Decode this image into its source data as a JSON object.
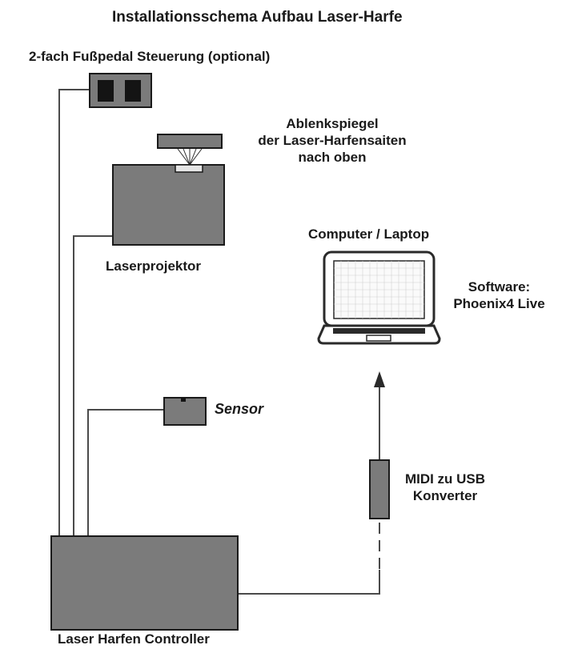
{
  "title": "Installationsschema Aufbau Laser-Harfe",
  "components": {
    "footpedal": {
      "label": "2-fach Fußpedal Steuerung (optional)"
    },
    "mirror": {
      "label_lines": [
        "Ablenkspiegel",
        "der Laser-Harfensaiten",
        "nach oben"
      ]
    },
    "projector": {
      "label": "Laserprojektor"
    },
    "computer": {
      "label": "Computer / Laptop"
    },
    "software": {
      "label_lines": [
        "Software:",
        "Phoenix4 Live"
      ]
    },
    "sensor": {
      "label": "Sensor"
    },
    "midi_converter": {
      "label_lines": [
        "MIDI zu USB",
        "Konverter"
      ]
    },
    "controller": {
      "label": "Laser Harfen Controller"
    }
  },
  "colors": {
    "device_fill": "#7b7b7b",
    "line": "#4a4a4a",
    "text": "#1a1a1a",
    "laptop_outline": "#2a2a2a",
    "screen_grid": "#d0d0d0"
  }
}
